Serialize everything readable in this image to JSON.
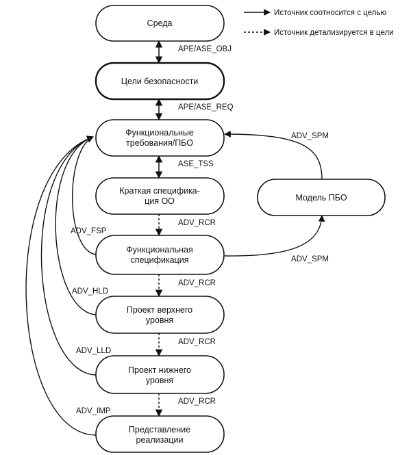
{
  "legend": {
    "solid_label": "Источник соотносится с целью",
    "dashed_label": "Источник детализируется в цели"
  },
  "nodes": {
    "environment": {
      "line1": "Среда"
    },
    "security_objectives": {
      "line1": "Цели безопасности"
    },
    "functional_requirements": {
      "line1": "Функциональные",
      "line2": "требования/ПБО"
    },
    "summary_spec": {
      "line1": "Краткая спецификa-",
      "line2": "ция ОО"
    },
    "functional_spec": {
      "line1": "Функциональная",
      "line2": "спецификация"
    },
    "high_level_design": {
      "line1": "Проект верхнего",
      "line2": "уровня"
    },
    "low_level_design": {
      "line1": "Проект нижнего",
      "line2": "уровня"
    },
    "implementation": {
      "line1": "Представление",
      "line2": "реализации"
    },
    "tsf_model": {
      "line1": "Модель ПБО"
    }
  },
  "edges": {
    "ape_ase_obj": "APE/ASE_OBJ",
    "ape_ase_req": "APE/ASE_REQ",
    "ase_tss": "ASE_TSS",
    "adv_rcr_1": "ADV_RCR",
    "adv_rcr_2": "ADV_RCR",
    "adv_rcr_3": "ADV_RCR",
    "adv_rcr_4": "ADV_RCR",
    "adv_fsp": "ADV_FSP",
    "adv_hld": "ADV_HLD",
    "adv_lld": "ADV_LLD",
    "adv_imp": "ADV_IMP",
    "adv_spm_top": "ADV_SPM",
    "adv_spm_bottom": "ADV_SPM"
  }
}
